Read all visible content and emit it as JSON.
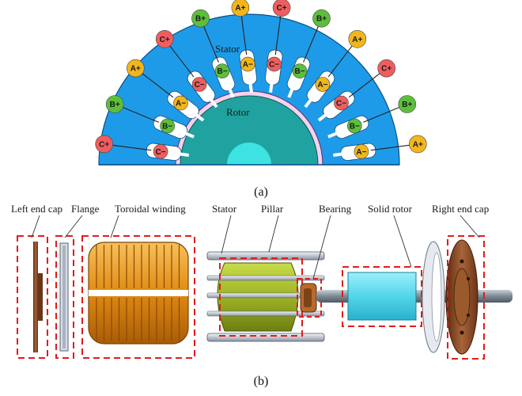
{
  "panel_a": {
    "caption": "(a)",
    "stator_label": "Stator",
    "rotor_label": "Rotor",
    "outer_coils": [
      "C+",
      "B+",
      "A+",
      "C+",
      "B+",
      "A+",
      "C+",
      "B+",
      "A+",
      "C+",
      "B+",
      "A+"
    ],
    "inner_coils": [
      "C−",
      "B−",
      "A−",
      "C−",
      "B−",
      "A−",
      "C−",
      "B−",
      "A−",
      "C−",
      "B−",
      "A−"
    ],
    "phase_colors": {
      "A": "#f2b61c",
      "B": "#5cbf3c",
      "C": "#ef5e5e"
    }
  },
  "panel_b": {
    "caption": "(b)",
    "labels": {
      "left_end_cap": "Left end cap",
      "flange": "Flange",
      "toroidal_winding": "Toroidal winding",
      "stator": "Stator",
      "pillar": "Pillar",
      "bearing": "Bearing",
      "solid_rotor": "Solid rotor",
      "right_end_cap": "Right end cap"
    }
  },
  "colors": {
    "stator_blue": "#1e9be8",
    "rotor_teal": "#20a3a0",
    "rotor_core": "#3de3e3",
    "winding_orange": "#e8951c",
    "stator_green": "#a8c02c",
    "rotor_cyan": "#58dcef",
    "end_cap_brown": "#8a4a22",
    "dash_red": "#e31b1b"
  }
}
